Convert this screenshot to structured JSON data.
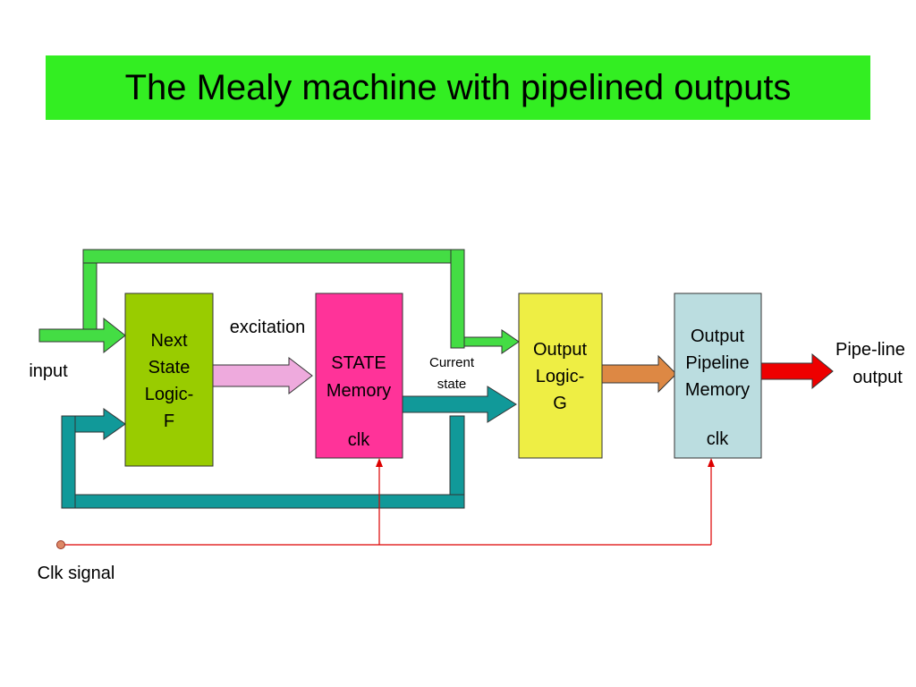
{
  "title": "The Mealy machine with pipelined outputs",
  "colors": {
    "title_bg": "#33ee22",
    "input_path": "#44dd44",
    "feedback_path": "#119999",
    "next_state_block": "#99cc00",
    "state_block": "#ff3399",
    "output_logic_block": "#eeee44",
    "pipeline_block": "#bbdde0",
    "excitation_arrow": "#eeaadd",
    "logic_to_pipeline_arrow": "#dd8844",
    "pipeline_output_arrow": "#ee0000",
    "clock_line": "#dd0000"
  },
  "blocks": {
    "next_state": [
      "Next",
      "State",
      "Logic-",
      "F"
    ],
    "state_memory": [
      "STATE",
      "Memory",
      "",
      "clk"
    ],
    "output_logic": [
      "Output",
      "Logic-",
      "G"
    ],
    "output_pipeline": [
      "Output",
      "Pipeline",
      "Memory",
      "",
      "clk"
    ]
  },
  "labels": {
    "input": "input",
    "excitation": "excitation",
    "current_state": [
      "Current",
      "state"
    ],
    "pipeline_output": [
      "Pipe-line",
      "output"
    ],
    "clk_signal": "Clk signal"
  }
}
